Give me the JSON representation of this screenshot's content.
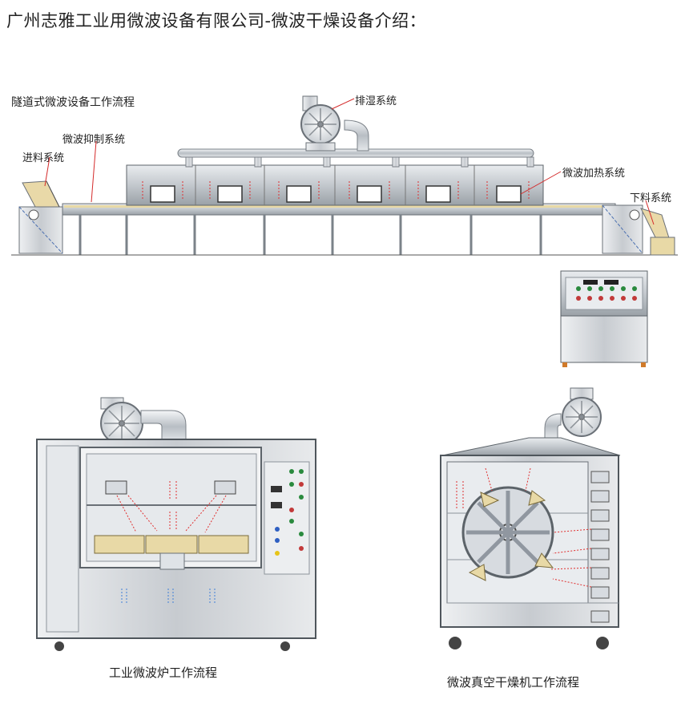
{
  "page": {
    "title": "广州志雅工业用微波设备有限公司-微波干燥设备介绍："
  },
  "tunnel": {
    "section_title": "隧道式微波设备工作流程",
    "labels": {
      "feeding": "进料系统",
      "suppression": "微波抑制系统",
      "exhaust": "排湿系统",
      "heating": "微波加热系统",
      "discharge": "下料系统"
    }
  },
  "industrial_oven": {
    "caption": "工业微波炉工作流程"
  },
  "vacuum_dryer": {
    "caption": "微波真空干燥机工作流程"
  },
  "colors": {
    "steel": "#c9cdd2",
    "steel_dark": "#8d949b",
    "frame": "#5c6369",
    "microwave": "#e03030",
    "airflow": "#3f7fd8",
    "material": "#e8d9a6",
    "leader": "#d42a2a"
  }
}
